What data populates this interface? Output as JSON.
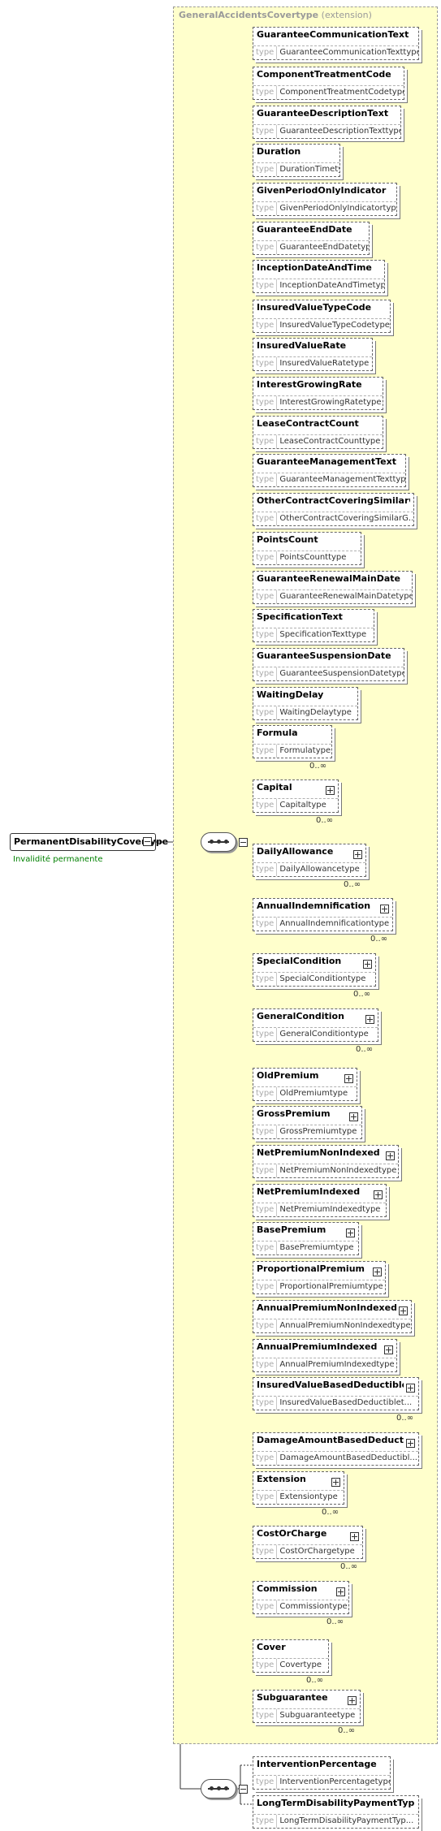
{
  "extension": {
    "name": "GeneralAccidentsCovertype",
    "label": "(extension)"
  },
  "root": {
    "name": "PermanentDisabilityCovertype",
    "doc": "Invalidité permanente"
  },
  "type_key": "type",
  "elements": [
    {
      "name": "GuaranteeCommunicationText",
      "type": "GuaranteeCommunicationTexttype",
      "optional": true
    },
    {
      "name": "ComponentTreatmentCode",
      "type": "ComponentTreatmentCodetype",
      "optional": true
    },
    {
      "name": "GuaranteeDescriptionText",
      "type": "GuaranteeDescriptionTexttype",
      "optional": true
    },
    {
      "name": "Duration",
      "type": "DurationTimetype",
      "optional": true
    },
    {
      "name": "GivenPeriodOnlyIndicator",
      "type": "GivenPeriodOnlyIndicatortype",
      "optional": true
    },
    {
      "name": "GuaranteeEndDate",
      "type": "GuaranteeEndDatetype",
      "optional": true
    },
    {
      "name": "InceptionDateAndTime",
      "type": "InceptionDateAndTimetype",
      "optional": true
    },
    {
      "name": "InsuredValueTypeCode",
      "type": "InsuredValueTypeCodetype",
      "optional": true
    },
    {
      "name": "InsuredValueRate",
      "type": "InsuredValueRatetype",
      "optional": true
    },
    {
      "name": "InterestGrowingRate",
      "type": "InterestGrowingRatetype",
      "optional": true
    },
    {
      "name": "LeaseContractCount",
      "type": "LeaseContractCounttype",
      "optional": true
    },
    {
      "name": "GuaranteeManagementText",
      "type": "GuaranteeManagementTexttype",
      "optional": true
    },
    {
      "name": "OtherContractCoveringSimilarG...",
      "type": "OtherContractCoveringSimilarG...",
      "optional": true
    },
    {
      "name": "PointsCount",
      "type": "PointsCounttype",
      "optional": true
    },
    {
      "name": "GuaranteeRenewalMainDate",
      "type": "GuaranteeRenewalMainDatetype",
      "optional": true
    },
    {
      "name": "SpecificationText",
      "type": "SpecificationTexttype",
      "optional": true
    },
    {
      "name": "GuaranteeSuspensionDate",
      "type": "GuaranteeSuspensionDatetype",
      "optional": true
    },
    {
      "name": "WaitingDelay",
      "type": "WaitingDelaytype",
      "optional": true
    },
    {
      "name": "Formula",
      "type": "Formulatype",
      "optional": true,
      "occurs": "0..∞"
    },
    {
      "name": "Capital",
      "type": "Capitaltype",
      "optional": true,
      "plus": true,
      "occurs": "0..∞"
    },
    {
      "name": "DailyAllowance",
      "type": "DailyAllowancetype",
      "optional": true,
      "plus": true,
      "occurs": "0..∞"
    },
    {
      "name": "AnnualIndemnification",
      "type": "AnnualIndemnificationtype",
      "optional": true,
      "plus": true,
      "occurs": "0..∞"
    },
    {
      "name": "SpecialCondition",
      "type": "SpecialConditiontype",
      "optional": true,
      "plus": true,
      "occurs": "0..∞"
    },
    {
      "name": "GeneralCondition",
      "type": "GeneralConditiontype",
      "optional": true,
      "plus": true,
      "occurs": "0..∞"
    },
    {
      "name": "OldPremium",
      "type": "OldPremiumtype",
      "optional": true,
      "plus": true
    },
    {
      "name": "GrossPremium",
      "type": "GrossPremiumtype",
      "optional": true,
      "plus": true
    },
    {
      "name": "NetPremiumNonIndexed",
      "type": "NetPremiumNonIndexedtype",
      "optional": true,
      "plus": true
    },
    {
      "name": "NetPremiumIndexed",
      "type": "NetPremiumIndexedtype",
      "optional": true,
      "plus": true
    },
    {
      "name": "BasePremium",
      "type": "BasePremiumtype",
      "optional": true,
      "plus": true
    },
    {
      "name": "ProportionalPremium",
      "type": "ProportionalPremiumtype",
      "optional": true,
      "plus": true
    },
    {
      "name": "AnnualPremiumNonIndexed",
      "type": "AnnualPremiumNonIndexedtype",
      "optional": true,
      "plus": true
    },
    {
      "name": "AnnualPremiumIndexed",
      "type": "AnnualPremiumIndexedtype",
      "optional": true,
      "plus": true
    },
    {
      "name": "InsuredValueBasedDeductible",
      "type": "InsuredValueBasedDeductiblet...",
      "optional": true,
      "plus": true,
      "occurs": "0..∞"
    },
    {
      "name": "DamageAmountBasedDeductible",
      "type": "DamageAmountBasedDeductibl...",
      "optional": true,
      "plus": true
    },
    {
      "name": "Extension",
      "type": "Extensiontype",
      "optional": true,
      "plus": true,
      "occurs": "0..∞"
    },
    {
      "name": "CostOrCharge",
      "type": "CostOrChargetype",
      "optional": true,
      "plus": true,
      "occurs": "0..∞"
    },
    {
      "name": "Commission",
      "type": "Commissiontype",
      "optional": true,
      "plus": true,
      "occurs": "0..∞"
    },
    {
      "name": "Cover",
      "type": "Covertype",
      "optional": true,
      "occurs": "0..∞"
    },
    {
      "name": "Subguarantee",
      "type": "Subguaranteetype",
      "optional": true,
      "plus": true,
      "occurs": "0..∞"
    }
  ],
  "own_elements": [
    {
      "name": "InterventionPercentage",
      "type": "InterventionPercentagetype",
      "optional": true
    },
    {
      "name": "LongTermDisabilityPaymentTyp...",
      "type": "LongTermDisabilityPaymentTyp...",
      "optional": true
    }
  ]
}
